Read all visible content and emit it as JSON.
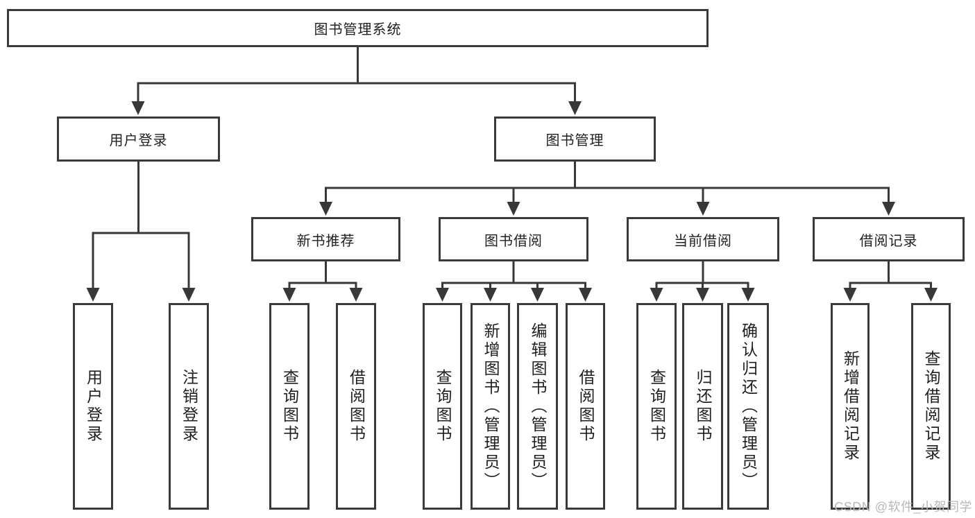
{
  "colors": {
    "background": "#ffffff",
    "box_fill": "#ffffff",
    "box_border": "#3a3a3a",
    "connector": "#383838",
    "text": "#1f1f1f",
    "watermark": "#b8b8b8"
  },
  "tree": {
    "root": {
      "label": "图书管理系统"
    },
    "branches": [
      {
        "label": "用户登录",
        "children": [
          {
            "label": "用户登录"
          },
          {
            "label": "注销登录"
          }
        ]
      },
      {
        "label": "图书管理",
        "children": [
          {
            "label": "新书推荐",
            "children": [
              {
                "label": "查询图书"
              },
              {
                "label": "借阅图书"
              }
            ]
          },
          {
            "label": "图书借阅",
            "children": [
              {
                "label": "查询图书"
              },
              {
                "label": "新增图书（管理员）"
              },
              {
                "label": "编辑图书（管理员）"
              },
              {
                "label": "借阅图书"
              }
            ]
          },
          {
            "label": "当前借阅",
            "children": [
              {
                "label": "查询图书"
              },
              {
                "label": "归还图书"
              },
              {
                "label": "确认归还（管理员）"
              }
            ]
          },
          {
            "label": "借阅记录",
            "children": [
              {
                "label": "新增借阅记录"
              },
              {
                "label": "查询借阅记录"
              }
            ]
          }
        ]
      }
    ]
  },
  "watermark": {
    "text": "CSDN @软件_小贺同学"
  }
}
